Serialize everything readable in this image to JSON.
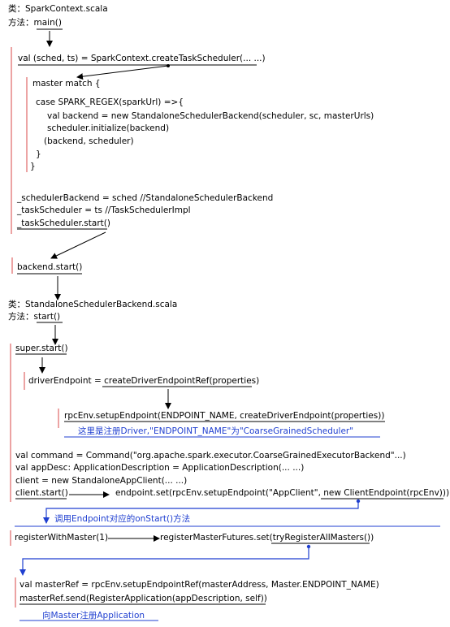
{
  "class1": "类：SparkContext.scala",
  "method1_label": "方法：",
  "method1_name": "main()",
  "line_create_sched": "val (sched, ts) = SparkContext.createTaskScheduler(... ...)",
  "master_match": "master match {",
  "case_spark_regex": "case SPARK_REGEX(sparkUrl) =>{",
  "val_backend": "val backend = new StandaloneSchedulerBackend(scheduler, sc, masterUrls)",
  "scheduler_init": "scheduler.initialize(backend)",
  "backend_tuple": "(backend, scheduler)",
  "close_inner": "}",
  "close_outer": "}",
  "assign_backend": "_schedulerBackend = sched  //StandaloneSchedulerBackend",
  "assign_task": "_taskScheduler = ts  //TaskSchedulerImpl",
  "task_start": "_taskScheduler.start()",
  "backend_start": "backend.start()",
  "class2": "类：StandaloneSchedulerBackend.scala",
  "method2_label": "方法：",
  "method2_name": "start()",
  "super_start": "super.start()",
  "driver_endpoint": "driverEndpoint = createDriverEndpointRef(properties)",
  "rpc_setup": "rpcEnv.setupEndpoint(ENDPOINT_NAME, createDriverEndpoint(properties))",
  "rpc_note": "这里是注册Driver,\"ENDPOINT_NAME\"为\"CoarseGrainedScheduler\"",
  "val_command": "val command = Command(\"org.apache.spark.executor.CoarseGrainedExecutorBackend\"...)",
  "val_appdesc": "val appDesc: ApplicationDescription = ApplicationDescription(... ...)",
  "client_new": "client = new StandaloneAppClient(... ...)",
  "client_start": "client.start()",
  "endpoint_set": "endpoint.set(rpcEnv.setupEndpoint(\"AppClient\", new ClientEndpoint(rpcEnv)))",
  "onstart_note": "调用Endpoint对应的onStart()方法",
  "register_with_master": "registerWithMaster(1)",
  "register_futures": "registerMasterFutures.set(tryRegisterAllMasters())",
  "val_master_ref": "val masterRef = rpcEnv.setupEndpointRef(masterAddress, Master.ENDPOINT_NAME)",
  "master_send": "masterRef.send(RegisterApplication(appDescription, self))",
  "master_note": "向Master注册Application",
  "colors": {
    "bracket": "#e06666",
    "note": "#1f3fd0",
    "text": "#000000"
  }
}
